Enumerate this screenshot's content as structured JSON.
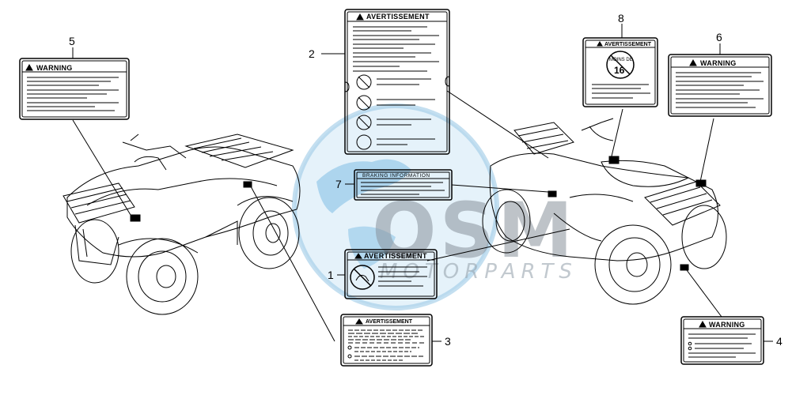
{
  "watermark": {
    "brand": "OSM",
    "subtitle": "MOTORPARTS"
  },
  "callouts": {
    "c1": "1",
    "c2": "2",
    "c3": "3",
    "c4": "4",
    "c5": "5",
    "c6": "6",
    "c7": "7",
    "c8": "8"
  },
  "labels": {
    "warning_5": "WARNING",
    "warning_6": "WARNING",
    "warning_4": "WARNING",
    "avert_2": "AVERTISSEMENT",
    "avert_8": "AVERTISSEMENT",
    "avert_1": "AVERTISSEMENT",
    "avert_3": "AVERTISSEMENT",
    "braking_7": "BRAKING INFORMATION",
    "age_text_top": "16",
    "age_text_small": "MOINS DE"
  },
  "colors": {
    "line": "#000000",
    "watermark_blue": "#5aa8d8",
    "watermark_gray": "#8a939c"
  }
}
